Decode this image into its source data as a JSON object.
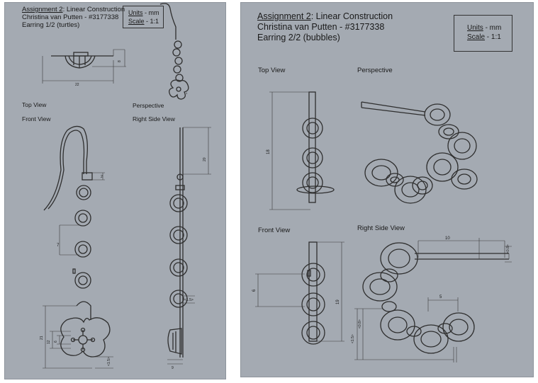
{
  "left": {
    "assignment_label": "Assignment 2",
    "assignment_rest": ": Linear Construction",
    "author": "Christina van Putten - #3177338",
    "earring": "Earring 1/2 (turtles)",
    "units_label": "Units",
    "units_rest": " - mm",
    "scale_label": "Scale",
    "scale_rest": " - 1:1",
    "view_top": "Top View",
    "view_front": "Front View",
    "view_perspective": "Perspective",
    "view_right": "Right Side View",
    "dims": {
      "top_height": "8",
      "top_width": "22",
      "front_pin": "2",
      "front_link": "7",
      "front_total": "21",
      "front_flower_h": "12",
      "front_flower_w": "6",
      "front_wire": "<1.5>",
      "side_height": "20",
      "side_wire": "<1.5>",
      "side_bottom": "9"
    }
  },
  "right": {
    "assignment_label": "Assignment 2",
    "assignment_rest": ": Linear Construction",
    "author": "Christina van Putten - #3177338",
    "earring": "Earring 2/2 (bubbles)",
    "units_label": "Units",
    "units_rest": " - mm",
    "scale_label": "Scale",
    "scale_rest": " - 1:1",
    "view_top": "Top View",
    "view_perspective": "Perspective",
    "view_front": "Front View",
    "view_right": "Right Side View",
    "dims": {
      "top_height": "18",
      "front_link": "6",
      "front_total": "19",
      "side_pin_len": "10",
      "side_pin_d": "<0.8>",
      "side_ring_w": "5",
      "side_wire_a": "<1.5>",
      "side_wire_b": "<0.8>"
    }
  }
}
